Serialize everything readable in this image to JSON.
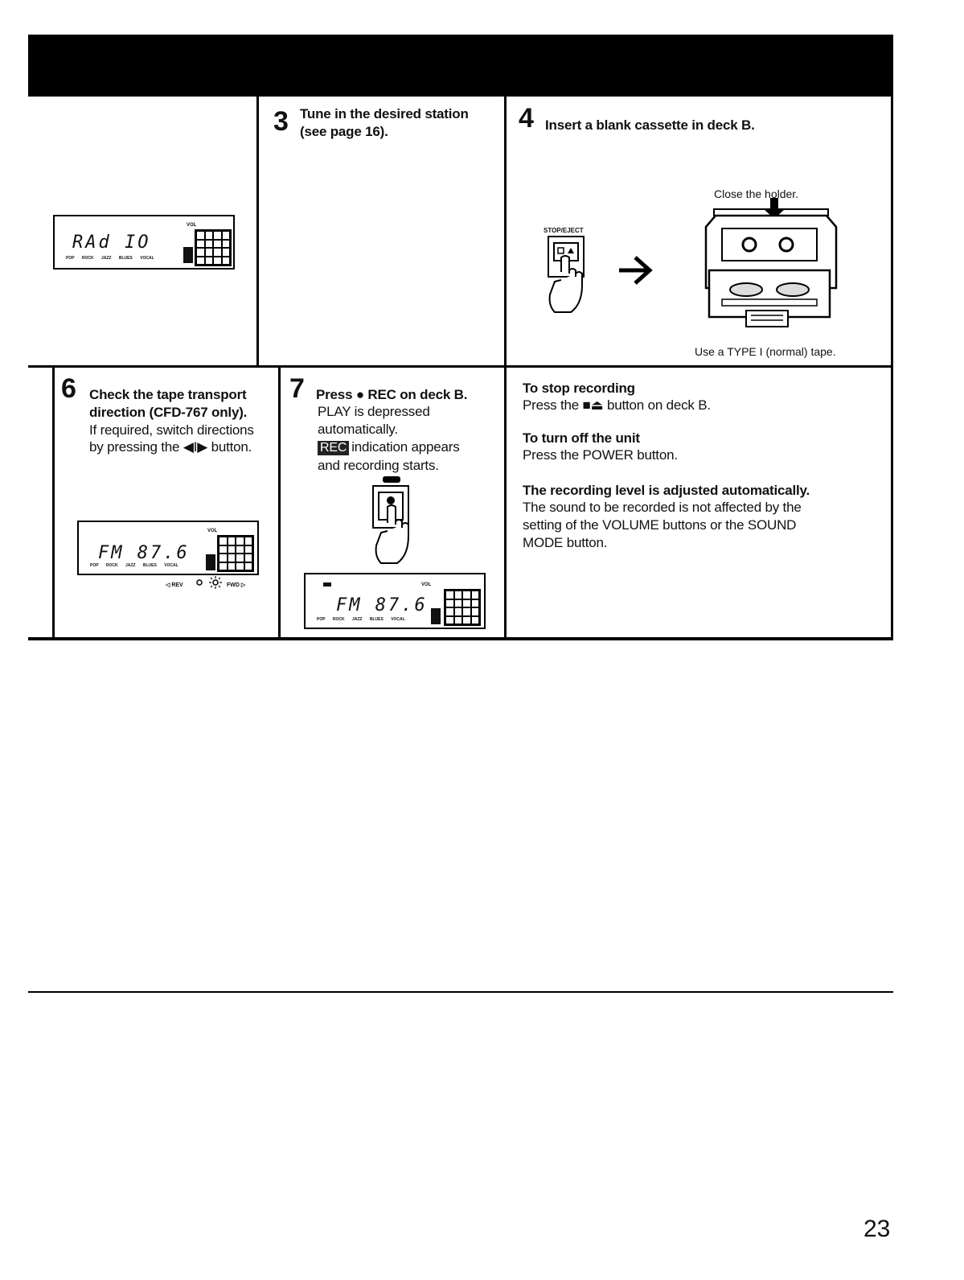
{
  "step3": {
    "number": "3",
    "heading_line1": "Tune in the desired station",
    "heading_line2": "(see page 16)."
  },
  "step4": {
    "number": "4",
    "heading": "Insert a blank cassette in deck B.",
    "button_label": "STOP/EJECT",
    "caption_top": "Close the holder.",
    "caption_bottom": "Use a TYPE I (normal) tape."
  },
  "step6": {
    "number": "6",
    "heading_line1": "Check the tape transport",
    "heading_line2": "direction (CFD-767 only).",
    "body_line1": "If required, switch directions",
    "body_line2": "by pressing the ◀I▶ button."
  },
  "step7": {
    "number": "7",
    "heading": "Press ● REC on deck B.",
    "body_line1": "PLAY is depressed",
    "body_line2": "automatically.",
    "badge": "REC",
    "body_line3": "indication appears",
    "body_line4": "and recording starts."
  },
  "notes": {
    "stop_title": "To stop recording",
    "stop_body": "Press the ■⏏ button on deck B.",
    "off_title": "To turn off the unit",
    "off_body": "Press the POWER button.",
    "level_title": "The recording level is adjusted automatically.",
    "level_line1": "The sound to be recorded is not affected by the",
    "level_line2": "setting of the VOLUME buttons or the SOUND",
    "level_line3": "MODE button."
  },
  "displays": {
    "radio_text": "RAd IO",
    "fm_text": "FM  87.6",
    "vol_tag": "VOL",
    "modes": "POP ROCK JAZZ BLUES VOCAL",
    "direction_rev": "◁ REV",
    "direction_fwd": "FWD ▷"
  },
  "page": {
    "number": "23"
  }
}
